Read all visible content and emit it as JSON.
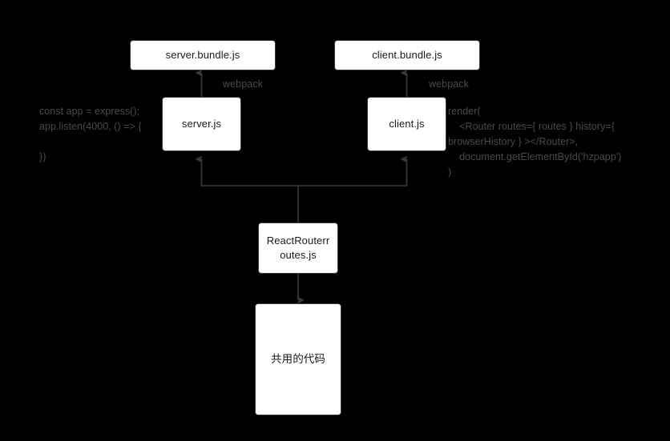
{
  "diagram": {
    "title": "React server-side rendering build diagram",
    "background_color": "#000000",
    "node_fill_color": "#ffffff",
    "node_border_color": "#3a3a3a",
    "node_text_color": "#1a1a1a",
    "edge_color": "#3a3a3a",
    "annotation_text_color": "#4a4a4a",
    "nodes": [
      {
        "id": "server-bundle",
        "label": "server.bundle.js"
      },
      {
        "id": "client-bundle",
        "label": "client.bundle.js"
      },
      {
        "id": "server-js",
        "label": "server.js"
      },
      {
        "id": "client-js",
        "label": "client.js"
      },
      {
        "id": "router",
        "label": "ReactRouterroutes.js"
      },
      {
        "id": "shared",
        "label": "共用的代码"
      }
    ],
    "edge_labels": {
      "webpack_server": "webpack",
      "webpack_client": "webpack"
    },
    "annotations": {
      "server_code": "const app = express();\napp.listen(4000, () => {\n\n})",
      "client_code": "render(\n    <Router routes={ routes } history={ browserHistory } ></Router>,\n    document.getElementById('hzpapp')\n)"
    }
  }
}
